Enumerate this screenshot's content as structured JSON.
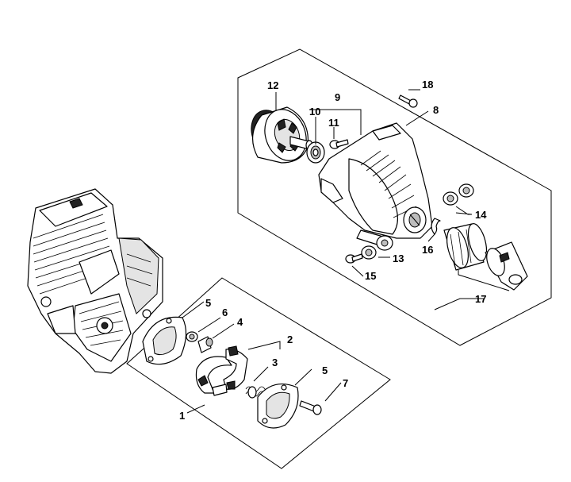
{
  "callouts": {
    "c1": "1",
    "c2": "2",
    "c3": "3",
    "c4": "4",
    "c5a": "5",
    "c5b": "5",
    "c6": "6",
    "c7": "7",
    "c8": "8",
    "c9": "9",
    "c10": "10",
    "c11": "11",
    "c12": "12",
    "c13": "13",
    "c14": "14",
    "c15": "15",
    "c16": "16",
    "c17": "17",
    "c18": "18"
  }
}
